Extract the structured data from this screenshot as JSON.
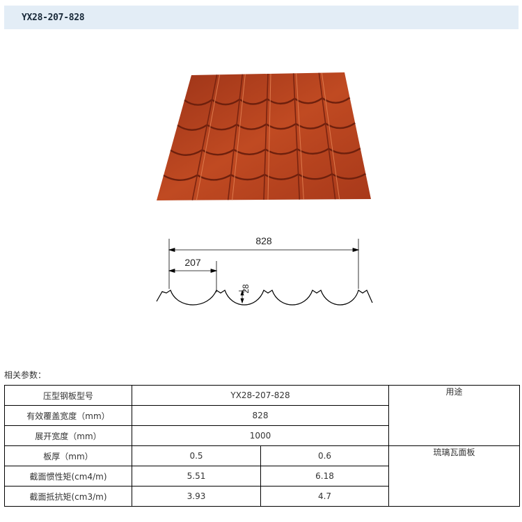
{
  "title": "YX28-207-828",
  "diagram": {
    "overall_width": "828",
    "pitch": "207",
    "height": "28"
  },
  "params_label": "相关参数：",
  "table": {
    "model_label": "压型钢板型号",
    "model_value": "YX28-207-828",
    "usage_label": "用途",
    "usage_value": "琉璃瓦面板",
    "rows": [
      {
        "label": "有效覆盖宽度（mm）",
        "value": "828"
      },
      {
        "label": "展开宽度（mm）",
        "value": "1000"
      }
    ],
    "thickness_label": "板厚（mm）",
    "thickness_values": [
      "0.5",
      "0.6"
    ],
    "inertia_label": "截面惯性矩(cm4/m)",
    "inertia_values": [
      "5.51",
      "6.18"
    ],
    "modulus_label": "截面抵抗矩(cm3/m)",
    "modulus_values": [
      "3.93",
      "4.7"
    ]
  },
  "colors": {
    "roof": "#b8401f",
    "roof_dark": "#7a2410",
    "title_bg": "#e3edf6"
  }
}
